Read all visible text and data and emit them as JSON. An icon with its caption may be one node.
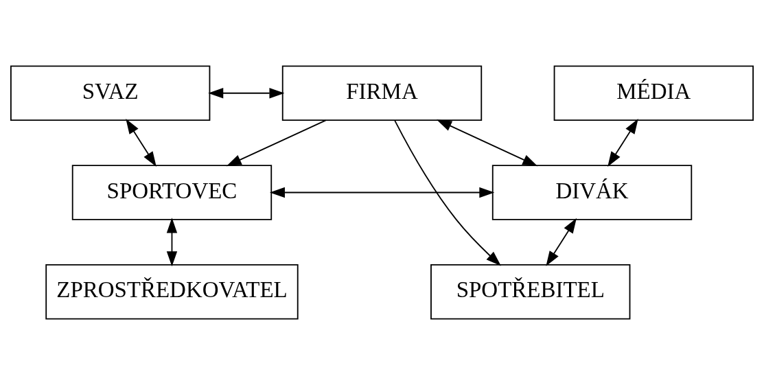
{
  "diagram": {
    "nodes": [
      {
        "text": [
          "ZPROSTŘEDKOVATEL"
        ]
      },
      {
        "text": [
          "SVAZ"
        ]
      },
      {
        "text": [
          "FIRMA"
        ]
      },
      {
        "text": [
          "MÉDIA"
        ]
      },
      {
        "text": [
          "SPORTOVEC"
        ]
      },
      {
        "text": [
          "DIVÁK"
        ]
      },
      {
        "text": [
          "SPOTŘEBITEL"
        ]
      }
    ],
    "edges": [
      {
        "from": 4,
        "to": 0,
        "arrow": "both"
      },
      {
        "from": 1,
        "to": 4,
        "arrow": "both"
      },
      {
        "from": 1,
        "to": 2,
        "arrow": "both"
      },
      {
        "from": 2,
        "to": 4,
        "arrow": "to"
      },
      {
        "from": 3,
        "to": 5,
        "arrow": "both"
      },
      {
        "from": 4,
        "to": 5,
        "arrow": "both"
      },
      {
        "from": 5,
        "to": 6,
        "arrow": "both"
      },
      {
        "from": 2,
        "to": 6,
        "arrow": "to"
      },
      {
        "from": 2,
        "to": 5,
        "arrow": "both"
      }
    ]
  }
}
